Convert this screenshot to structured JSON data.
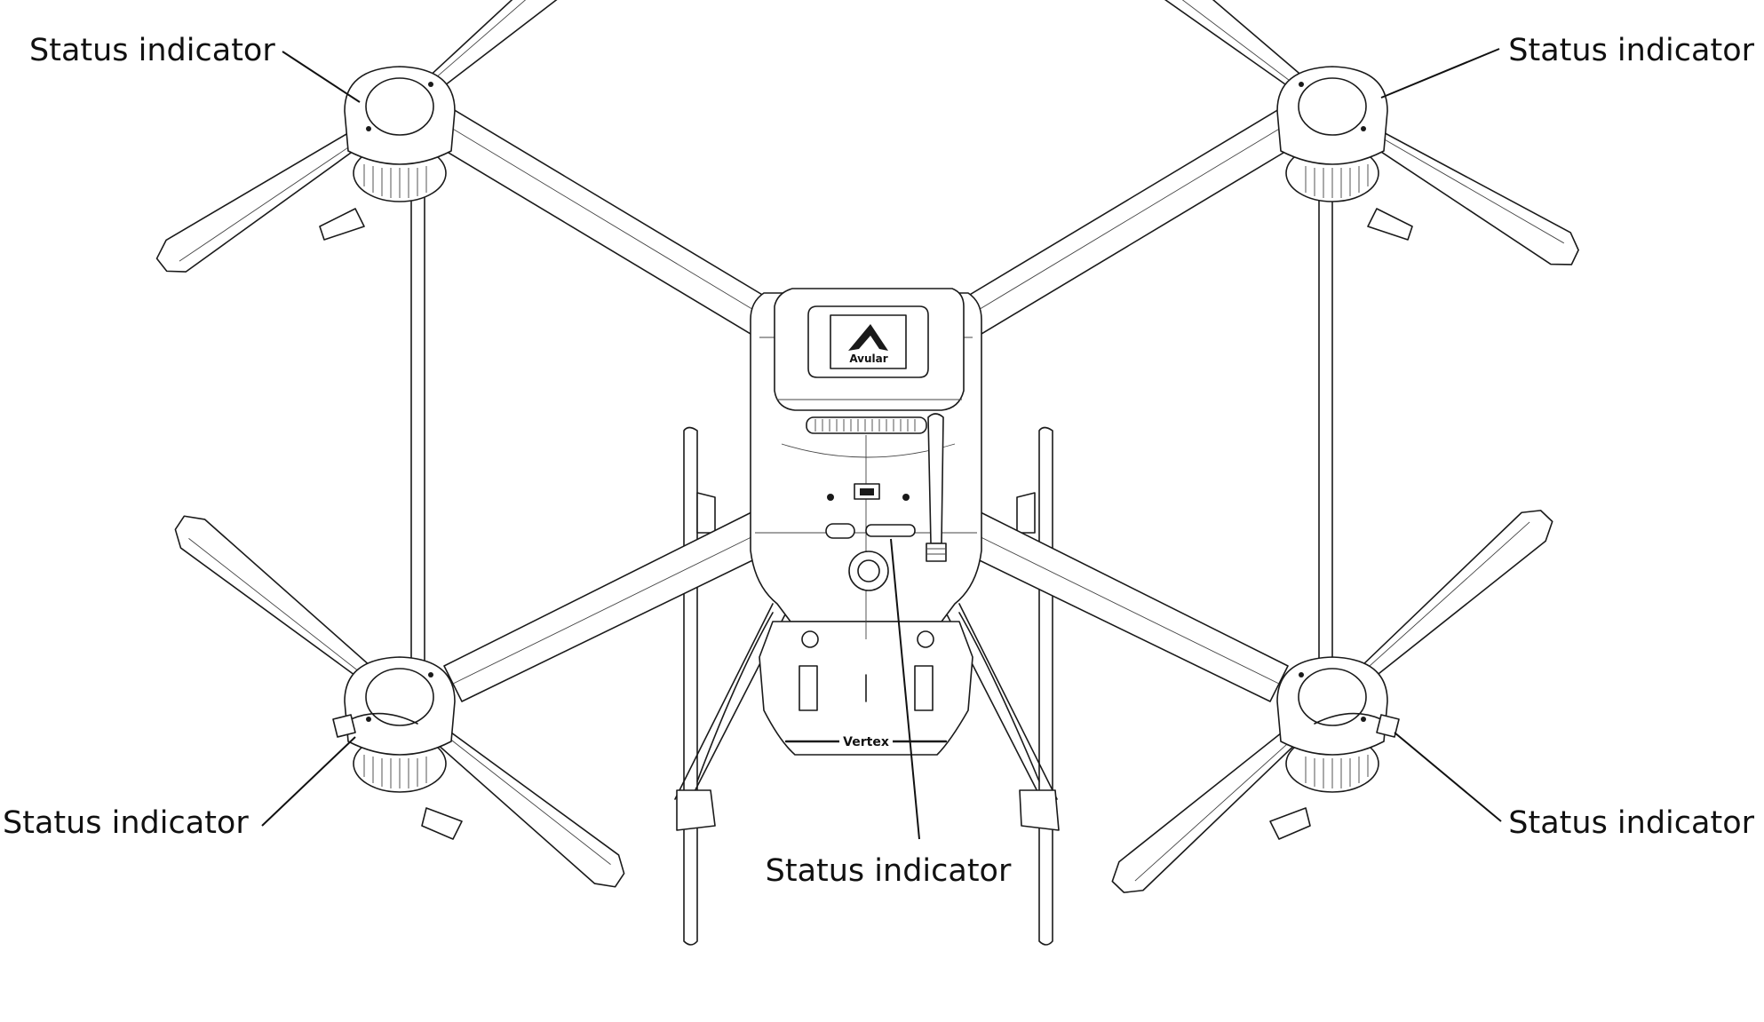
{
  "callouts": {
    "top_left": "Status indicator",
    "top_right": "Status indicator",
    "bottom_left": "Status indicator",
    "bottom_right": "Status indicator",
    "center": "Status indicator"
  },
  "drone": {
    "brand_logo_text": "Avular",
    "model_text": "Vertex"
  }
}
